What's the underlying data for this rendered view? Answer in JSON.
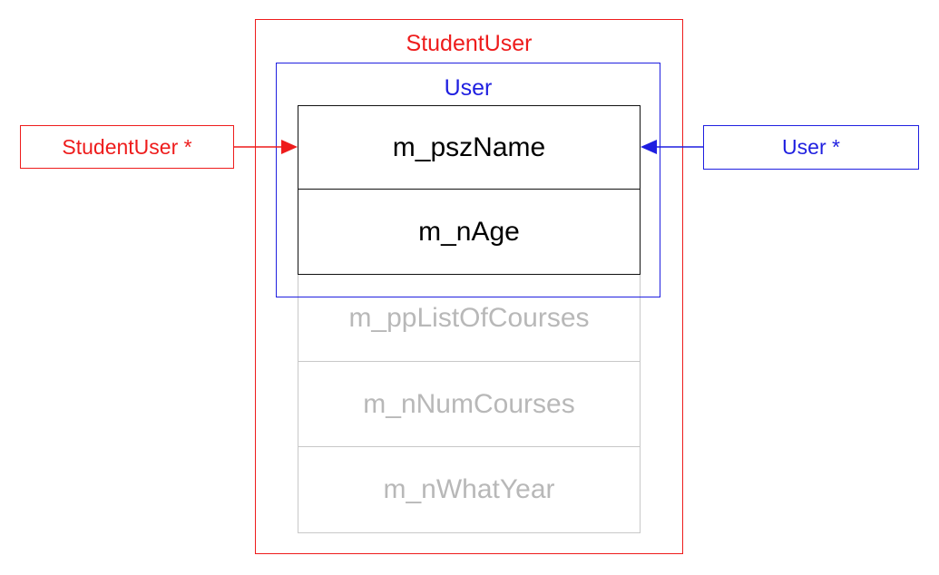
{
  "diagram": {
    "student_user": {
      "title": "StudentUser",
      "color": "#ee1c1c"
    },
    "user": {
      "title": "User",
      "color": "#1f1fe0"
    },
    "fields": [
      {
        "label": "m_pszName",
        "state": "active"
      },
      {
        "label": "m_nAge",
        "state": "active"
      },
      {
        "label": "m_ppListOfCourses",
        "state": "inactive"
      },
      {
        "label": "m_nNumCourses",
        "state": "inactive"
      },
      {
        "label": "m_nWhatYear",
        "state": "inactive"
      }
    ],
    "pointers": {
      "student_user_ptr": {
        "label": "StudentUser *",
        "color": "#ee1c1c",
        "target": "m_pszName"
      },
      "user_ptr": {
        "label": "User *",
        "color": "#1f1fe0",
        "target": "m_pszName"
      }
    }
  }
}
